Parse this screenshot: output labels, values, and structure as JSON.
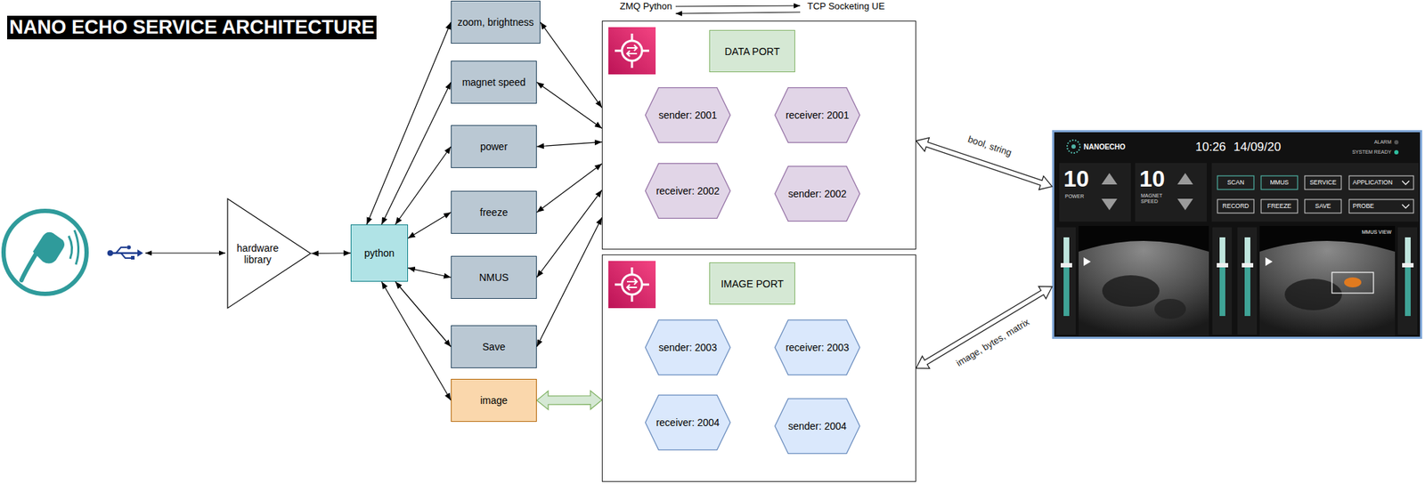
{
  "diagram": {
    "title": "NANO ECHO SERVICE ARCHITECTURE",
    "nodes": [
      {
        "text": [
          "hardware library"
        ]
      },
      {
        "text": [
          "python"
        ]
      },
      {
        "text": [
          "zoom, brightness"
        ]
      },
      {
        "text": [
          "magnet speed"
        ]
      },
      {
        "text": [
          "power"
        ]
      },
      {
        "text": [
          "freeze"
        ]
      },
      {
        "text": [
          "NMUS"
        ]
      },
      {
        "text": [
          "Save"
        ]
      },
      {
        "text": [
          "image"
        ]
      },
      {
        "text": [
          "DATA PORT"
        ]
      },
      {
        "text": [
          "sender: 2001"
        ],
        "in": 9
      },
      {
        "text": [
          "receiver: 2001"
        ],
        "in": 9
      },
      {
        "text": [
          "receiver: 2002"
        ],
        "in": 9
      },
      {
        "text": [
          "sender: 2002"
        ],
        "in": 9
      },
      {
        "text": [
          "IMAGE PORT"
        ]
      },
      {
        "text": [
          "sender: 2003"
        ],
        "in": 14
      },
      {
        "text": [
          "receiver: 2003"
        ],
        "in": 14
      },
      {
        "text": [
          "receiver: 2004"
        ],
        "in": 14
      },
      {
        "text": [
          "sender: 2004"
        ],
        "in": 14
      },
      {
        "text": [
          "NANOECHO",
          "10:26 14/09/20",
          "ALARM",
          "SYSTEM READY",
          "10",
          "POWER",
          "10",
          "MAGNET SPEED",
          "SCAN",
          "MMUS",
          "SERVICE",
          "APPLICATION",
          "RECORD",
          "FREEZE",
          "SAVE",
          "PROBE",
          "MMUS VIEW"
        ]
      }
    ],
    "edges": [
      {
        "from": 0,
        "to": 1,
        "arrow": "both"
      },
      {
        "from": 1,
        "to": 2,
        "arrow": "both"
      },
      {
        "from": 1,
        "to": 3,
        "arrow": "both"
      },
      {
        "from": 1,
        "to": 4,
        "arrow": "both"
      },
      {
        "from": 1,
        "to": 5,
        "arrow": "both"
      },
      {
        "from": 1,
        "to": 6,
        "arrow": "both"
      },
      {
        "from": 1,
        "to": 7,
        "arrow": "both"
      },
      {
        "from": 1,
        "to": 8,
        "arrow": "both"
      },
      {
        "from": 2,
        "to": 9,
        "arrow": "both"
      },
      {
        "from": 3,
        "to": 9,
        "arrow": "both"
      },
      {
        "from": 4,
        "to": 9,
        "arrow": "both"
      },
      {
        "from": 5,
        "to": 9,
        "arrow": "both"
      },
      {
        "from": 6,
        "to": 9,
        "arrow": "both"
      },
      {
        "from": 7,
        "to": 9,
        "arrow": "both"
      },
      {
        "from": 8,
        "to": 14,
        "arrow": "both"
      },
      {
        "from": 9,
        "to": 19,
        "label": "bool, string",
        "arrow": "both"
      },
      {
        "from": 14,
        "to": 19,
        "label": "image, bytes, matrix",
        "arrow": "both"
      }
    ],
    "labels": [
      "ZMQ Python",
      "TCP Socketing UE"
    ]
  }
}
